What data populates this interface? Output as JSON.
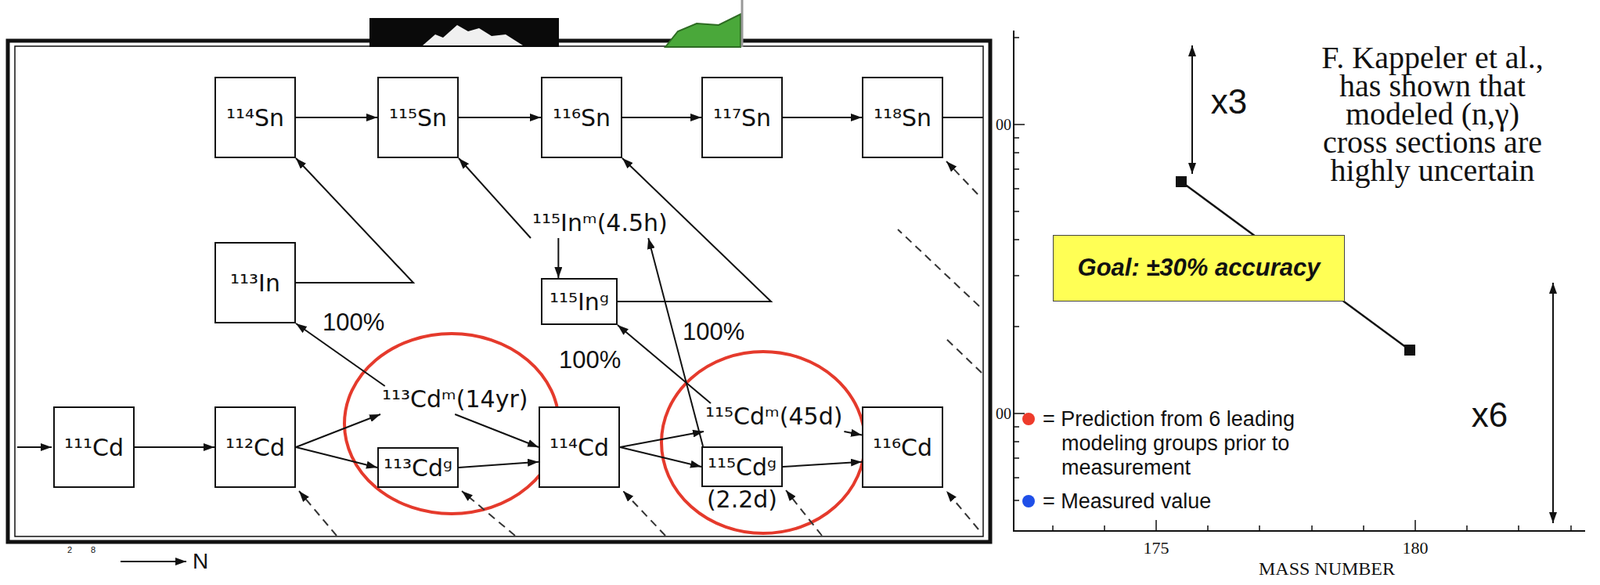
{
  "diagram": {
    "nodes": [
      {
        "text": [
          "¹¹⁴Sn"
        ]
      },
      {
        "text": [
          "¹¹⁵Sn"
        ]
      },
      {
        "text": [
          "¹¹⁶Sn"
        ]
      },
      {
        "text": [
          "¹¹⁷Sn"
        ]
      },
      {
        "text": [
          "¹¹⁸Sn"
        ]
      },
      {
        "text": [
          "¹¹³In"
        ]
      },
      {
        "text": [
          "¹¹⁵Inᵐ(4.5h)"
        ]
      },
      {
        "text": [
          "¹¹⁵Inᵍ"
        ]
      },
      {
        "text": [
          "¹¹¹Cd"
        ]
      },
      {
        "text": [
          "¹¹²Cd"
        ]
      },
      {
        "text": [
          "¹¹³Cdᵐ(14yr)"
        ]
      },
      {
        "text": [
          "¹¹³Cdᵍ"
        ]
      },
      {
        "text": [
          "¹¹⁴Cd"
        ]
      },
      {
        "text": [
          "¹¹⁵Cdᵐ(45d)"
        ]
      },
      {
        "text": [
          "¹¹⁵Cdᵍ",
          "(2.2d)"
        ]
      },
      {
        "text": [
          "¹¹⁶Cd"
        ]
      },
      {
        "text": [
          "Goal: ±30% accuracy"
        ]
      }
    ],
    "edges": [
      {
        "from": 0,
        "to": 1,
        "arrow": "to"
      },
      {
        "from": 1,
        "to": 2,
        "arrow": "to"
      },
      {
        "from": 2,
        "to": 3,
        "arrow": "to"
      },
      {
        "from": 3,
        "to": 4,
        "arrow": "to"
      },
      {
        "from": 5,
        "to": 0,
        "arrow": "to"
      },
      {
        "from": 6,
        "to": 1,
        "arrow": "to"
      },
      {
        "from": 6,
        "to": 7,
        "arrow": "to"
      },
      {
        "from": 7,
        "to": 2,
        "arrow": "to"
      },
      {
        "from": 8,
        "to": 9,
        "arrow": "to"
      },
      {
        "from": 9,
        "to": 10,
        "arrow": "to"
      },
      {
        "from": 9,
        "to": 11,
        "arrow": "to"
      },
      {
        "from": 10,
        "to": 12,
        "arrow": "to"
      },
      {
        "from": 11,
        "to": 12,
        "arrow": "to"
      },
      {
        "from": 12,
        "to": 13,
        "arrow": "to"
      },
      {
        "from": 12,
        "to": 14,
        "arrow": "to"
      },
      {
        "from": 13,
        "to": 15,
        "arrow": "to"
      },
      {
        "from": 14,
        "to": 15,
        "arrow": "to"
      },
      {
        "from": 10,
        "to": 5,
        "arrow": "to"
      },
      {
        "from": 13,
        "to": 7,
        "arrow": "to"
      },
      {
        "from": 14,
        "to": 6,
        "arrow": "to"
      }
    ],
    "labels": [
      "100%",
      "100%",
      "100%",
      "2",
      "8",
      "N",
      "00",
      "x3",
      "F. Kappeler et al., has shown that modeled (n,γ) cross sections are highly uncertain",
      "00",
      "x6",
      "175",
      "180",
      "MASS NUMBER"
    ],
    "legend": [
      {
        "text": "= Prediction from 6 leading modeling groups prior to measurement",
        "color": "#ee3b2b"
      },
      {
        "text": "= Measured value",
        "color": "#1f4fe8"
      }
    ]
  }
}
